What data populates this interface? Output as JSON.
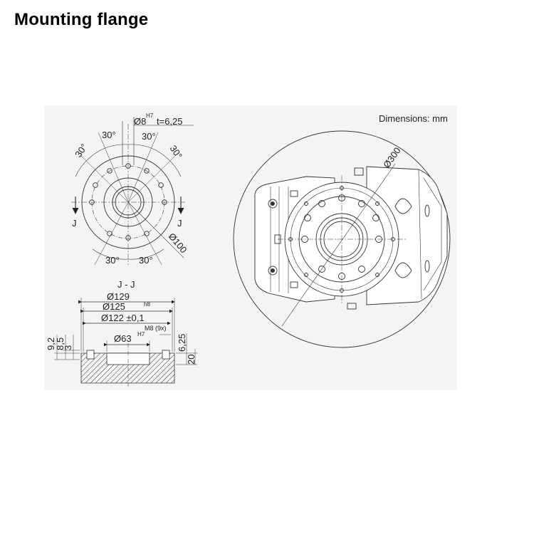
{
  "title": "Mounting flange",
  "units_note": "Dimensions: mm",
  "top_view": {
    "pin_label": "Ø8",
    "pin_tol": "H7",
    "pin_depth": "t=6,25",
    "angles": [
      "30°",
      "30°",
      "30°",
      "30°",
      "30°",
      "30°"
    ],
    "section_marker": "J",
    "pcd": "Ø100"
  },
  "section_view": {
    "title": "J - J",
    "d129": "Ø129",
    "d125": "Ø125",
    "d125_tol": "h8",
    "d122": "Ø122 ±0,1",
    "d63": "Ø63",
    "d63_tol": "H7",
    "thread": "M8 (9x)",
    "h_92": "9,2",
    "h_85": "8,5",
    "h_3": "3",
    "h_625": "6,25",
    "h_20": "20"
  },
  "robot_view": {
    "d300": "Ø300"
  }
}
